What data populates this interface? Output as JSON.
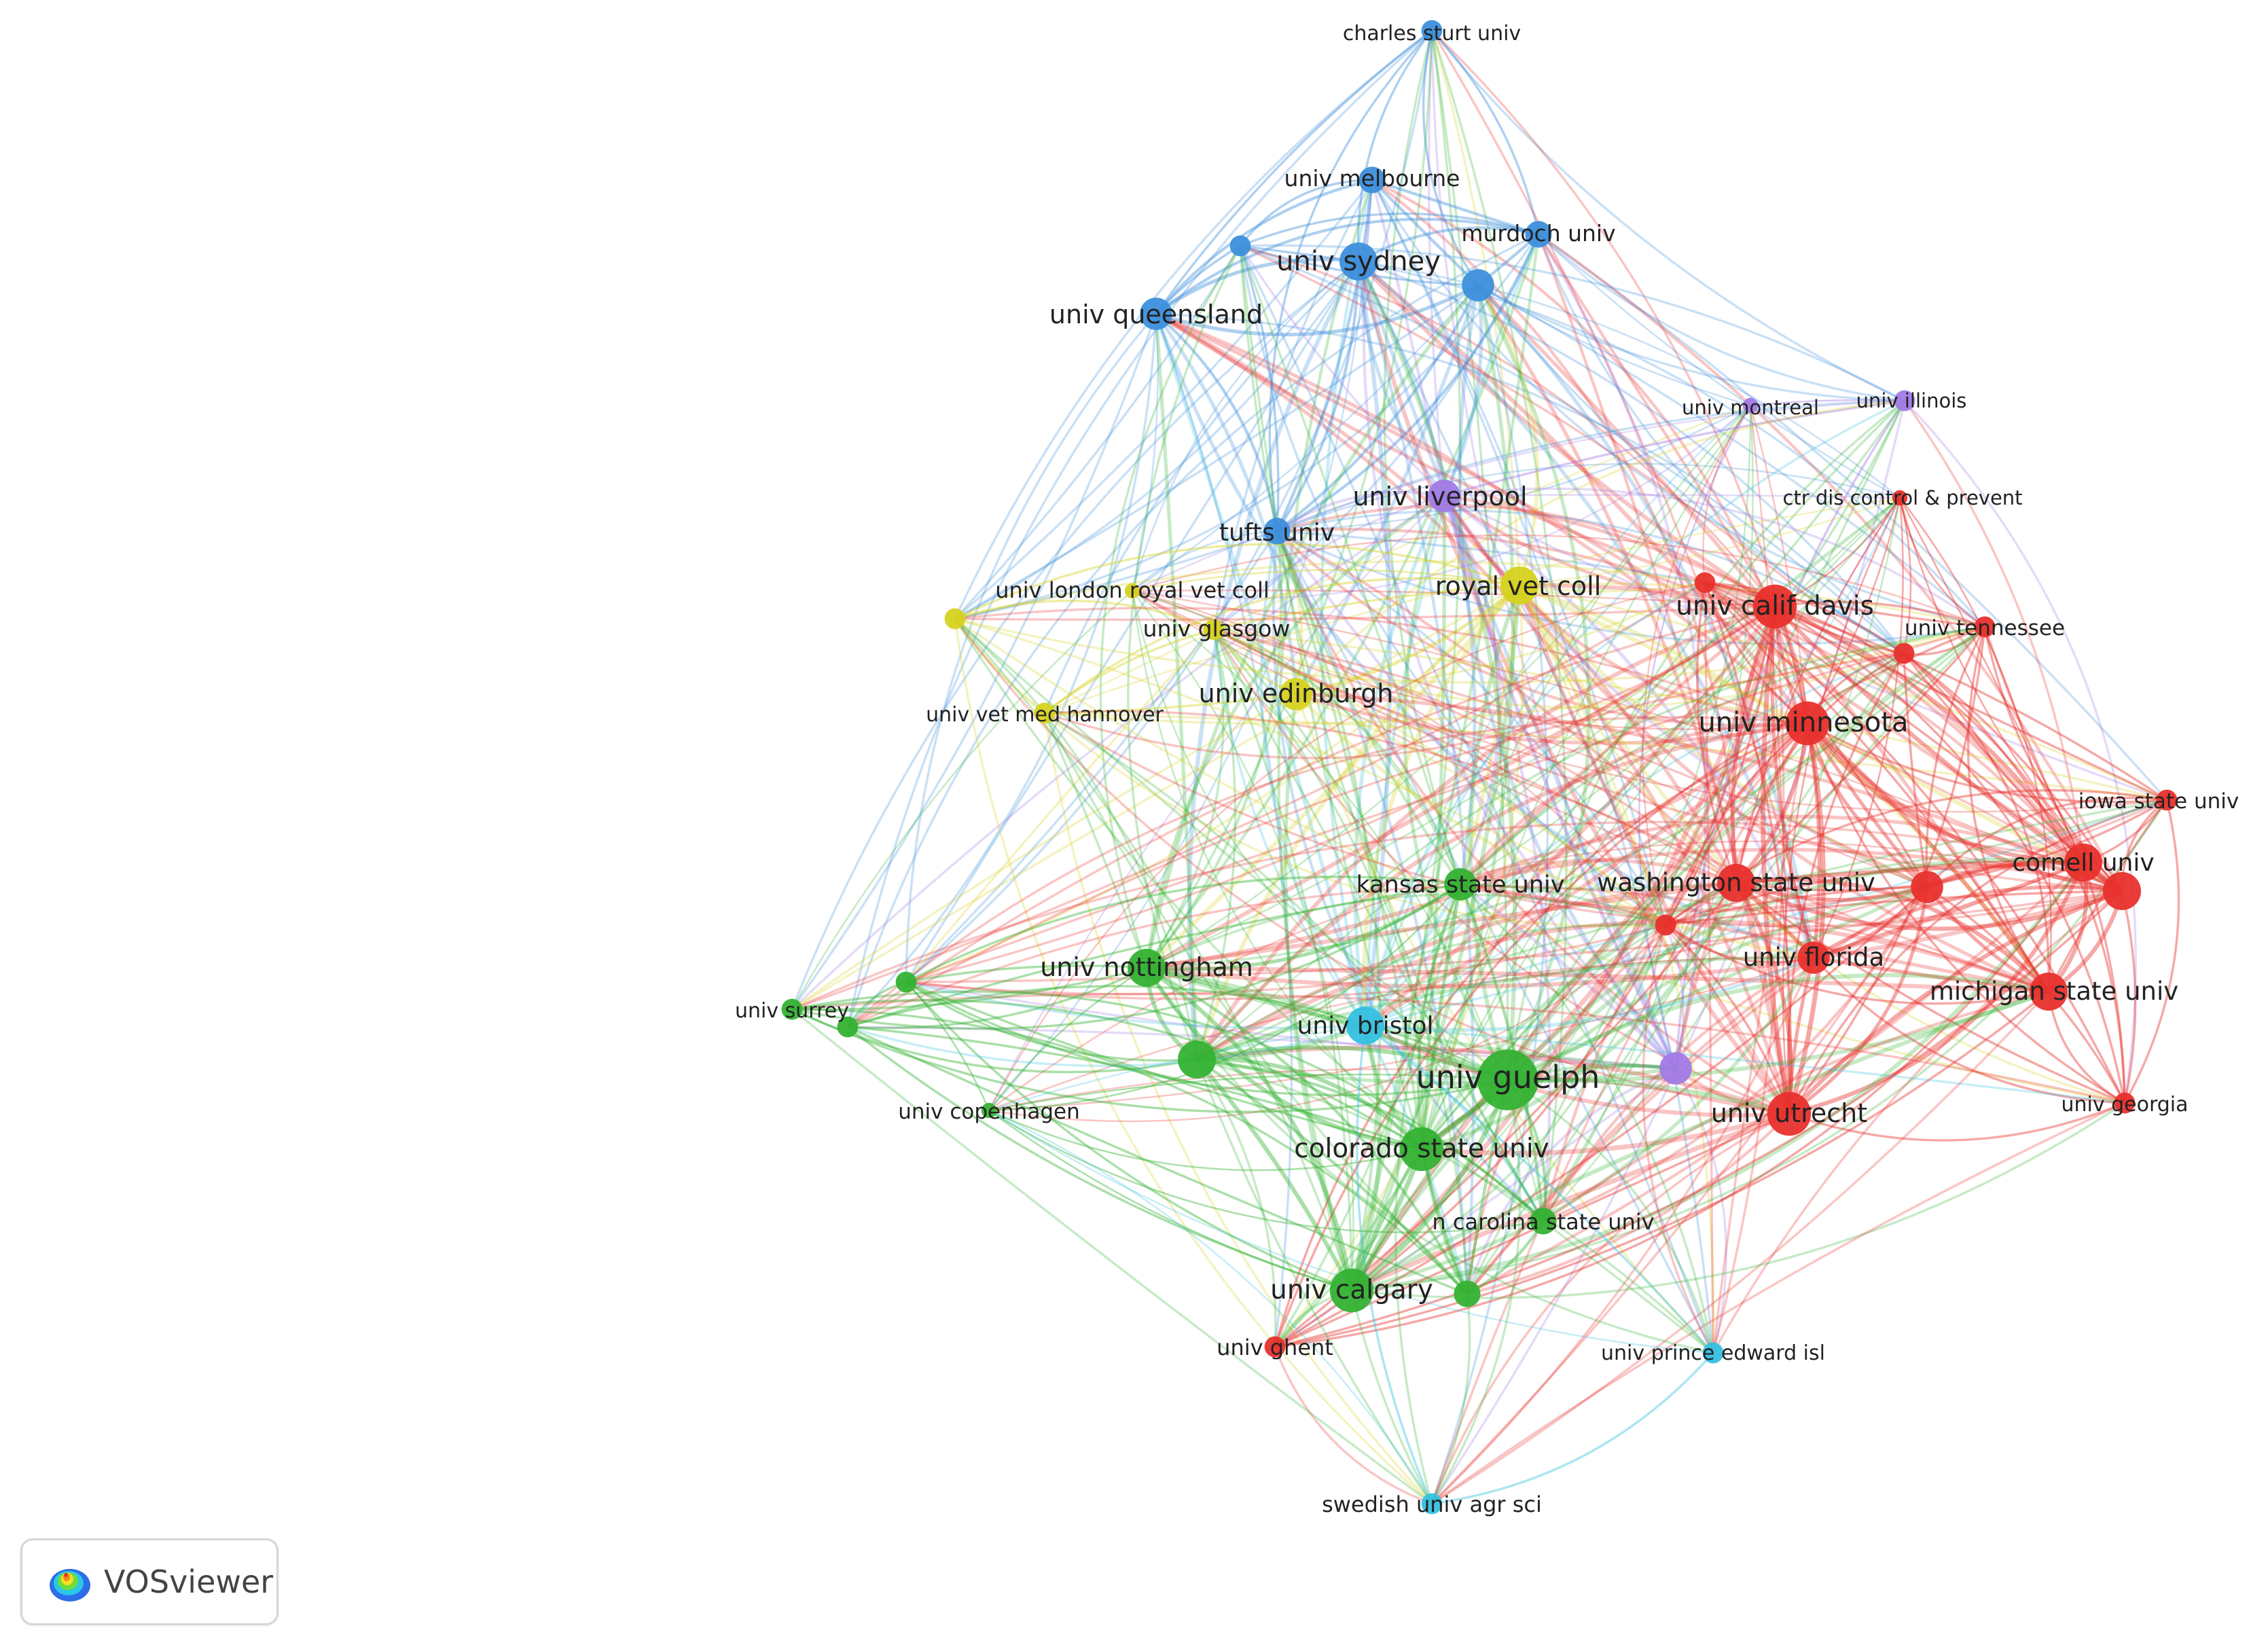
{
  "branding": {
    "label": "VOSviewer",
    "icon": "vosviewer-logo-icon"
  },
  "clusters": {
    "red": "#e8302c",
    "green": "#34b233",
    "blue": "#3d8fdc",
    "yellow": "#d6d21f",
    "purple": "#a27ae6",
    "cyan": "#35c0e0"
  },
  "network": {
    "nodes": [
      {
        "id": "charles-sturt-univ",
        "label": "charles sturt univ",
        "cluster": "blue",
        "weight": 2
      },
      {
        "id": "univ-melbourne",
        "label": "univ melbourne",
        "cluster": "blue",
        "weight": 3
      },
      {
        "id": "murdoch-univ",
        "label": "murdoch univ",
        "cluster": "blue",
        "weight": 3
      },
      {
        "id": "univ-sydney",
        "label": "univ sydney",
        "cluster": "blue",
        "weight": 5
      },
      {
        "id": "univ-queensland",
        "label": "univ queensland",
        "cluster": "blue",
        "weight": 4
      },
      {
        "id": "blue-unlabeled-1",
        "label": "",
        "cluster": "blue",
        "weight": 2
      },
      {
        "id": "blue-unlabeled-2",
        "label": "",
        "cluster": "blue",
        "weight": 4
      },
      {
        "id": "tufts-univ",
        "label": "tufts univ",
        "cluster": "blue",
        "weight": 3
      },
      {
        "id": "univ-montreal",
        "label": "univ montreal",
        "cluster": "purple",
        "weight": 1
      },
      {
        "id": "univ-illinois",
        "label": "univ illinois",
        "cluster": "purple",
        "weight": 2
      },
      {
        "id": "univ-liverpool",
        "label": "univ liverpool",
        "cluster": "purple",
        "weight": 4
      },
      {
        "id": "purple-unlabeled-1",
        "label": "",
        "cluster": "purple",
        "weight": 4
      },
      {
        "id": "ctr-dis-control-prevent",
        "label": "ctr dis control & prevent",
        "cluster": "red",
        "weight": 1
      },
      {
        "id": "royal-vet-coll",
        "label": "royal vet coll",
        "cluster": "yellow",
        "weight": 5
      },
      {
        "id": "univ-london-royal-vet-coll",
        "label": "univ london royal vet coll",
        "cluster": "yellow",
        "weight": 1
      },
      {
        "id": "univ-glasgow",
        "label": "univ glasgow",
        "cluster": "yellow",
        "weight": 2
      },
      {
        "id": "yellow-unlabeled-1",
        "label": "",
        "cluster": "yellow",
        "weight": 2
      },
      {
        "id": "univ-edinburgh",
        "label": "univ edinburgh",
        "cluster": "yellow",
        "weight": 4
      },
      {
        "id": "univ-vet-med-hannover",
        "label": "univ vet med hannover",
        "cluster": "yellow",
        "weight": 2
      },
      {
        "id": "univ-calif-davis",
        "label": "univ calif davis",
        "cluster": "red",
        "weight": 6
      },
      {
        "id": "red-unlabeled-1",
        "label": "",
        "cluster": "red",
        "weight": 2
      },
      {
        "id": "univ-tennessee",
        "label": "univ tennessee",
        "cluster": "red",
        "weight": 2
      },
      {
        "id": "red-unlabeled-2",
        "label": "",
        "cluster": "red",
        "weight": 2
      },
      {
        "id": "univ-minnesota",
        "label": "univ minnesota",
        "cluster": "red",
        "weight": 6
      },
      {
        "id": "iowa-state-univ",
        "label": "iowa state univ",
        "cluster": "red",
        "weight": 2
      },
      {
        "id": "cornell-univ",
        "label": "cornell univ",
        "cluster": "red",
        "weight": 5
      },
      {
        "id": "red-unlabeled-3",
        "label": "",
        "cluster": "red",
        "weight": 5
      },
      {
        "id": "washington-state-univ",
        "label": "washington state univ",
        "cluster": "red",
        "weight": 5
      },
      {
        "id": "red-unlabeled-4",
        "label": "",
        "cluster": "red",
        "weight": 4
      },
      {
        "id": "red-unlabeled-5",
        "label": "",
        "cluster": "red",
        "weight": 2
      },
      {
        "id": "univ-florida",
        "label": "univ florida",
        "cluster": "red",
        "weight": 4
      },
      {
        "id": "michigan-state-univ",
        "label": "michigan state univ",
        "cluster": "red",
        "weight": 5
      },
      {
        "id": "univ-utrecht",
        "label": "univ utrecht",
        "cluster": "red",
        "weight": 6
      },
      {
        "id": "univ-georgia",
        "label": "univ georgia",
        "cluster": "red",
        "weight": 2
      },
      {
        "id": "univ-ghent",
        "label": "univ ghent",
        "cluster": "red",
        "weight": 2
      },
      {
        "id": "kansas-state-univ",
        "label": "kansas state univ",
        "cluster": "green",
        "weight": 4
      },
      {
        "id": "univ-nottingham",
        "label": "univ nottingham",
        "cluster": "green",
        "weight": 5
      },
      {
        "id": "green-unlabeled-1",
        "label": "",
        "cluster": "green",
        "weight": 5
      },
      {
        "id": "univ-surrey",
        "label": "univ surrey",
        "cluster": "green",
        "weight": 2
      },
      {
        "id": "green-unlabeled-2",
        "label": "",
        "cluster": "green",
        "weight": 2
      },
      {
        "id": "green-unlabeled-3",
        "label": "",
        "cluster": "green",
        "weight": 2
      },
      {
        "id": "univ-copenhagen",
        "label": "univ copenhagen",
        "cluster": "green",
        "weight": 1
      },
      {
        "id": "univ-bristol",
        "label": "univ bristol",
        "cluster": "cyan",
        "weight": 5
      },
      {
        "id": "univ-guelph",
        "label": "univ guelph",
        "cluster": "green",
        "weight": 9
      },
      {
        "id": "colorado-state-univ",
        "label": "colorado state univ",
        "cluster": "green",
        "weight": 6
      },
      {
        "id": "n-carolina-state-univ",
        "label": "n carolina state univ",
        "cluster": "green",
        "weight": 3
      },
      {
        "id": "univ-calgary",
        "label": "univ calgary",
        "cluster": "green",
        "weight": 6
      },
      {
        "id": "green-unlabeled-4",
        "label": "",
        "cluster": "green",
        "weight": 3
      },
      {
        "id": "univ-prince-edward-isl",
        "label": "univ prince edward isl",
        "cluster": "cyan",
        "weight": 2
      },
      {
        "id": "swedish-univ-agr-sci",
        "label": "swedish univ agr sci",
        "cluster": "cyan",
        "weight": 2
      }
    ]
  }
}
